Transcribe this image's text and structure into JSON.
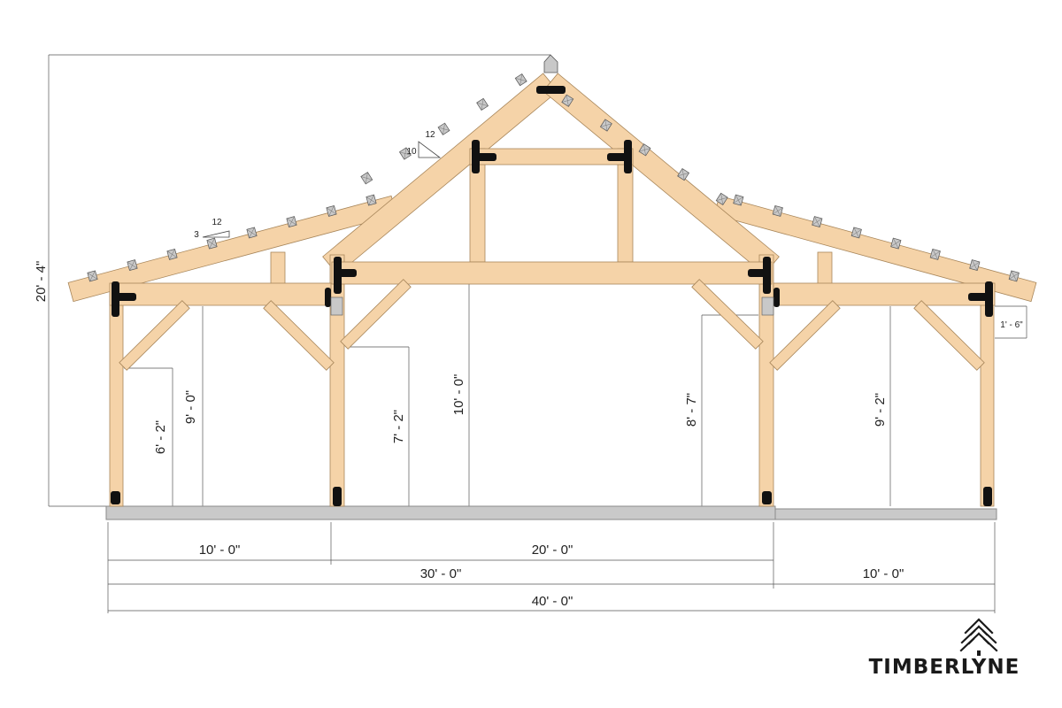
{
  "brand": {
    "logo_text": "TIMBERLYNE",
    "logo_icon": "pine-tree-icon"
  },
  "colors": {
    "timber": "#f5d3a8",
    "timber_stroke": "#a8865a",
    "steel": "#111111",
    "purlin": "#c8c8c8",
    "slab": "#c9c9c9",
    "dim_line": "#555555"
  },
  "pitches": {
    "main": {
      "rise": "10",
      "run": "12"
    },
    "lean_to": {
      "rise": "3",
      "run": "12"
    }
  },
  "dimensions": {
    "overall_height": "20' - 4\"",
    "overhang": "1' - 6\"",
    "vertical": [
      {
        "name": "dim-6-2",
        "label": "6' - 2\""
      },
      {
        "name": "dim-9-0",
        "label": "9' - 0\""
      },
      {
        "name": "dim-7-2",
        "label": "7' - 2\""
      },
      {
        "name": "dim-10-0",
        "label": "10' - 0\""
      },
      {
        "name": "dim-8-7",
        "label": "8' - 7\""
      },
      {
        "name": "dim-9-2",
        "label": "9' - 2\""
      }
    ],
    "horizontal": [
      {
        "name": "dim-left-bay",
        "label": "10' - 0\""
      },
      {
        "name": "dim-center-bay",
        "label": "20' - 0\""
      },
      {
        "name": "dim-thirty",
        "label": "30' - 0\""
      },
      {
        "name": "dim-right-bay",
        "label": "10' - 0\""
      },
      {
        "name": "dim-overall-width",
        "label": "40' - 0\""
      }
    ]
  }
}
